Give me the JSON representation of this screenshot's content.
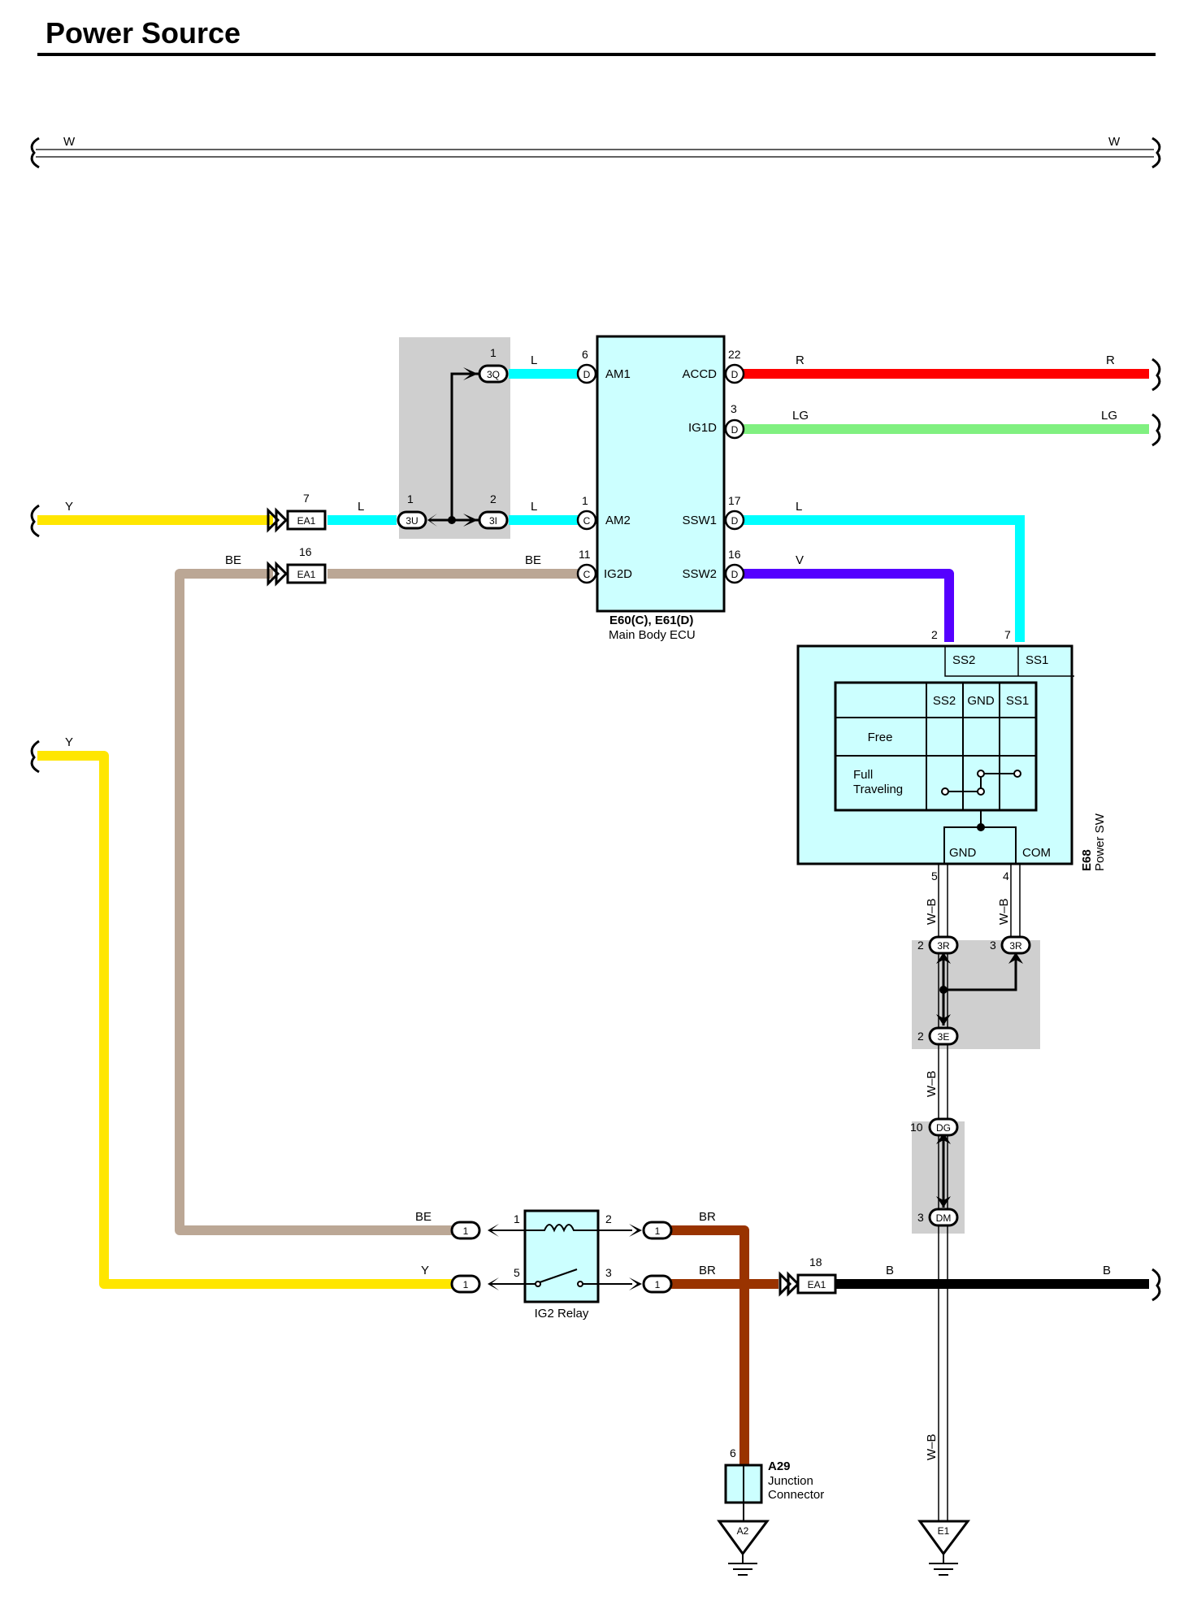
{
  "title": "Power Source",
  "colors": {
    "R": "#ff0000",
    "LG": "#80f080",
    "L": "#00ffff",
    "V": "#5500ff",
    "Y": "#ffe600",
    "BE": "#bba795",
    "BR": "#993300",
    "B": "#000000",
    "ecu_fill": "#ccffff",
    "shade": "#cfcfcf"
  },
  "wire_colors": {
    "W": "W",
    "R": "R",
    "LG": "LG",
    "L": "L",
    "V": "V",
    "Y": "Y",
    "BE": "BE",
    "BR": "BR",
    "B": "B",
    "WB": "W–B"
  },
  "ecu": {
    "name": "E60(C), E61(D)",
    "desc": "Main Body ECU",
    "left_terms": [
      {
        "pin": "6",
        "conn": "D",
        "name": "AM1"
      },
      {
        "pin": "1",
        "conn": "C",
        "name": "AM2"
      },
      {
        "pin": "11",
        "conn": "C",
        "name": "IG2D"
      }
    ],
    "right_terms": [
      {
        "pin": "22",
        "conn": "D",
        "name": "ACCD"
      },
      {
        "pin": "3",
        "conn": "D",
        "name": "IG1D"
      },
      {
        "pin": "17",
        "conn": "D",
        "name": "SSW1"
      },
      {
        "pin": "16",
        "conn": "D",
        "name": "SSW2"
      }
    ]
  },
  "power_sw": {
    "code": "E68",
    "name": "Power SW",
    "pins": {
      "ss2": "2",
      "ss1": "7",
      "gnd": "5",
      "com": "4"
    },
    "terms": {
      "ss2": "SS2",
      "ss1": "SS1",
      "gnd": "GND",
      "com": "COM"
    },
    "table": {
      "headers": [
        "SS2",
        "GND",
        "SS1"
      ],
      "rows": [
        "Free",
        "Full",
        "Traveling"
      ]
    }
  },
  "connectors": {
    "3Q": {
      "code": "3Q",
      "pin": "1"
    },
    "3U": {
      "code": "3U",
      "pin": "1"
    },
    "3I": {
      "code": "3I",
      "pin": "2"
    },
    "EA1_7": {
      "code": "EA1",
      "pin": "7"
    },
    "EA1_16": {
      "code": "EA1",
      "pin": "16"
    },
    "EA1_18": {
      "code": "EA1",
      "pin": "18"
    },
    "3R_2": {
      "code": "3R",
      "pin": "2"
    },
    "3R_3": {
      "code": "3R",
      "pin": "3"
    },
    "3E": {
      "code": "3E",
      "pin": "2"
    },
    "DG": {
      "code": "DG",
      "pin": "10"
    },
    "DM": {
      "code": "DM",
      "pin": "3"
    },
    "R1": {
      "code": "1",
      "pin": ""
    },
    "R2": {
      "code": "1",
      "pin": ""
    },
    "R3": {
      "code": "1",
      "pin": ""
    },
    "R4": {
      "code": "1",
      "pin": ""
    }
  },
  "relay": {
    "name": "IG2 Relay",
    "pins": {
      "p1": "1",
      "p2": "2",
      "p3": "3",
      "p5": "5"
    }
  },
  "junction": {
    "code": "A29",
    "line1": "Junction",
    "line2": "Connector",
    "pin": "6"
  },
  "grounds": {
    "a2": "A2",
    "e1": "E1"
  }
}
